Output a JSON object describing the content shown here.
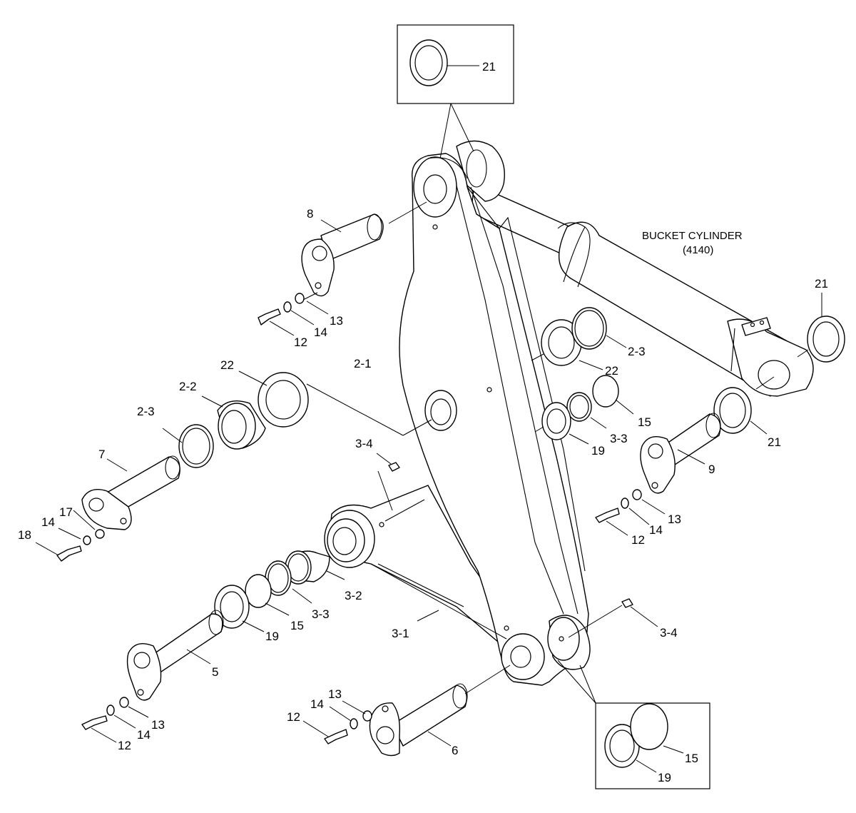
{
  "cylinder": {
    "name": "BUCKET CYLINDER",
    "code": "(4140)"
  },
  "callouts": [
    {
      "id": "c-21-top",
      "label": "21"
    },
    {
      "id": "c-8",
      "label": "8"
    },
    {
      "id": "c-13-a",
      "label": "13"
    },
    {
      "id": "c-14-a",
      "label": "14"
    },
    {
      "id": "c-12-a",
      "label": "12"
    },
    {
      "id": "c-21-right",
      "label": "21"
    },
    {
      "id": "c-2-3-right",
      "label": "2-3"
    },
    {
      "id": "c-22-right",
      "label": "22"
    },
    {
      "id": "c-2-1",
      "label": "2-1"
    },
    {
      "id": "c-22-left",
      "label": "22"
    },
    {
      "id": "c-2-2",
      "label": "2-2"
    },
    {
      "id": "c-2-3-left",
      "label": "2-3"
    },
    {
      "id": "c-15-right",
      "label": "15"
    },
    {
      "id": "c-3-3-right",
      "label": "3-3"
    },
    {
      "id": "c-19-right",
      "label": "19"
    },
    {
      "id": "c-21-lower",
      "label": "21"
    },
    {
      "id": "c-9",
      "label": "9"
    },
    {
      "id": "c-3-4-top",
      "label": "3-4"
    },
    {
      "id": "c-7",
      "label": "7"
    },
    {
      "id": "c-13-b",
      "label": "13"
    },
    {
      "id": "c-14-b",
      "label": "14"
    },
    {
      "id": "c-12-b",
      "label": "12"
    },
    {
      "id": "c-17",
      "label": "17"
    },
    {
      "id": "c-14-c",
      "label": "14"
    },
    {
      "id": "c-18",
      "label": "18"
    },
    {
      "id": "c-3-2",
      "label": "3-2"
    },
    {
      "id": "c-3-3-left",
      "label": "3-3"
    },
    {
      "id": "c-15-left",
      "label": "15"
    },
    {
      "id": "c-19-left",
      "label": "19"
    },
    {
      "id": "c-3-1",
      "label": "3-1"
    },
    {
      "id": "c-3-4-bottom",
      "label": "3-4"
    },
    {
      "id": "c-5",
      "label": "5"
    },
    {
      "id": "c-13-c",
      "label": "13"
    },
    {
      "id": "c-14-d",
      "label": "14"
    },
    {
      "id": "c-12-c",
      "label": "12"
    },
    {
      "id": "c-12-d",
      "label": "12"
    },
    {
      "id": "c-14-e",
      "label": "14"
    },
    {
      "id": "c-13-d",
      "label": "13"
    },
    {
      "id": "c-6",
      "label": "6"
    },
    {
      "id": "c-15-box",
      "label": "15"
    },
    {
      "id": "c-19-box",
      "label": "19"
    }
  ]
}
